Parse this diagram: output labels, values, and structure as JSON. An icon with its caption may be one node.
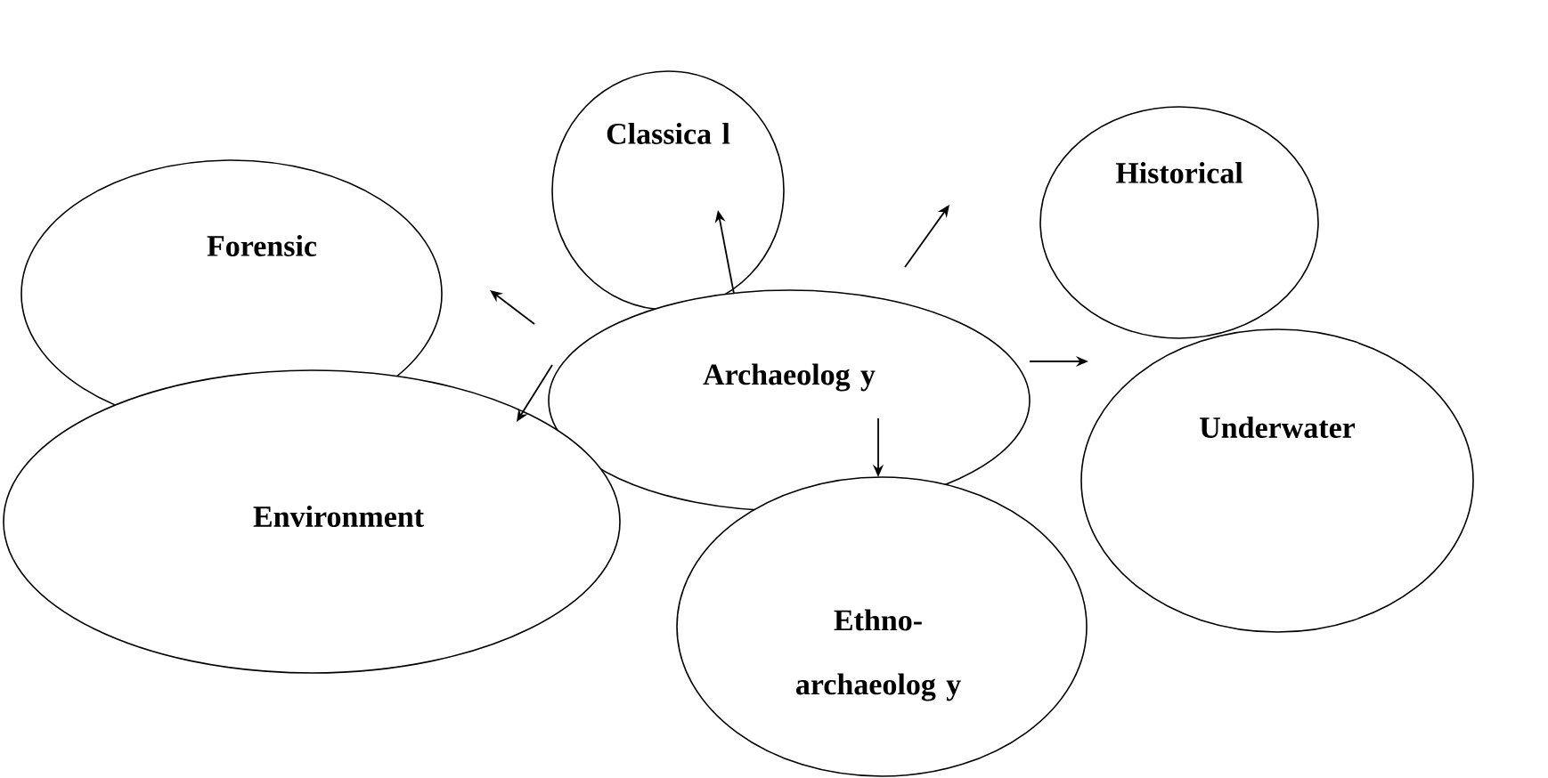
{
  "diagram": {
    "nodes": [
      {
        "text": [
          "Classica l"
        ]
      },
      {
        "text": [
          "Historical"
        ]
      },
      {
        "text": [
          "Forensic"
        ]
      },
      {
        "text": [
          "Archaeolog y"
        ]
      },
      {
        "text": [
          "Underwater"
        ]
      },
      {
        "text": [
          "Environment"
        ]
      },
      {
        "text": [
          "Ethno- archaeolog y"
        ]
      }
    ],
    "edges": [
      {
        "from": 3,
        "to": 0,
        "arrow": "to"
      },
      {
        "from": 3,
        "to": 1,
        "arrow": "to"
      },
      {
        "from": 3,
        "to": 2,
        "arrow": "to"
      },
      {
        "from": 3,
        "to": 4,
        "arrow": "to"
      },
      {
        "from": 3,
        "to": 5,
        "arrow": "to"
      },
      {
        "from": 3,
        "to": 6,
        "arrow": "to"
      }
    ]
  }
}
